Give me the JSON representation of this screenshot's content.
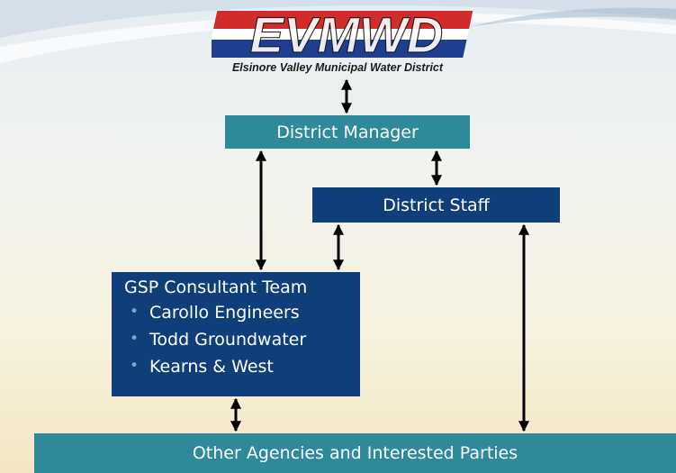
{
  "logo": {
    "text": "EVMWD",
    "caption": "Elsinore Valley Municipal Water District"
  },
  "boxes": {
    "district_manager": "District Manager",
    "district_staff": "District Staff",
    "consultant_team": {
      "title": "GSP Consultant Team",
      "members": [
        "Carollo Engineers",
        "Todd Groundwater",
        "Kearns & West"
      ]
    },
    "other_agencies": "Other Agencies and Interested Parties"
  },
  "colors": {
    "teal_box": "#2e8a9a",
    "navy_box": "#0f3e7a",
    "logo_red": "#d22b2b",
    "logo_blue": "#1e3f8f",
    "arrow": "#000000"
  }
}
